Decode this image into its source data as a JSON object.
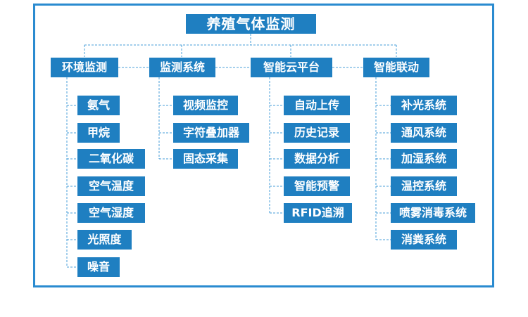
{
  "accent_color": "#1f7fc1",
  "line_color": "#4a9fd8",
  "frame_color": "#2a8bd0",
  "title": "养殖气体监测",
  "categories": [
    {
      "label": "环境监测",
      "items": [
        "氨气",
        "甲烷",
        "二氧化碳",
        "空气温度",
        "空气湿度",
        "光照度",
        "噪音"
      ]
    },
    {
      "label": "监测系统",
      "items": [
        "视频监控",
        "字符叠加器",
        "固态采集"
      ]
    },
    {
      "label": "智能云平台",
      "items": [
        "自动上传",
        "历史记录",
        "数据分析",
        "智能预警",
        "RFID追溯"
      ]
    },
    {
      "label": "智能联动",
      "items": [
        "补光系统",
        "通风系统",
        "加湿系统",
        "温控系统",
        "喷雾消毒系统",
        "消粪系统"
      ]
    }
  ]
}
